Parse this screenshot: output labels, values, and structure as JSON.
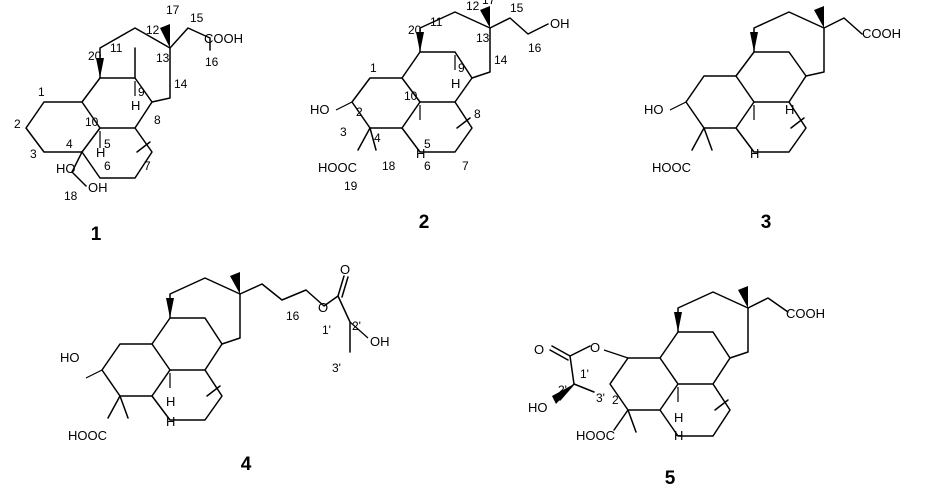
{
  "compounds": [
    {
      "id": "1",
      "groups": [
        "COOH",
        "HO",
        "OH",
        "H",
        "H"
      ],
      "numbers": [
        "1",
        "2",
        "3",
        "4",
        "5",
        "6",
        "7",
        "8",
        "9",
        "10",
        "11",
        "12",
        "13",
        "14",
        "15",
        "16",
        "17",
        "18",
        "20"
      ]
    },
    {
      "id": "2",
      "groups": [
        "HO",
        "HOOC",
        "OH",
        "H",
        "H"
      ],
      "numbers": [
        "1",
        "2",
        "3",
        "4",
        "5",
        "6",
        "7",
        "8",
        "9",
        "10",
        "11",
        "12",
        "13",
        "14",
        "15",
        "16",
        "17",
        "18",
        "19",
        "20"
      ]
    },
    {
      "id": "3",
      "groups": [
        "HO",
        "HOOC",
        "COOH",
        "H",
        "H"
      ],
      "numbers": []
    },
    {
      "id": "4",
      "groups": [
        "HO",
        "HOOC",
        "O",
        "O",
        "OH",
        "H",
        "H"
      ],
      "numbers": [
        "16",
        "1'",
        "2'",
        "3'"
      ]
    },
    {
      "id": "5",
      "groups": [
        "O",
        "O",
        "HO",
        "HOOC",
        "COOH",
        "H",
        "H"
      ],
      "numbers": [
        "2",
        "1'",
        "2'",
        "3'"
      ]
    }
  ]
}
